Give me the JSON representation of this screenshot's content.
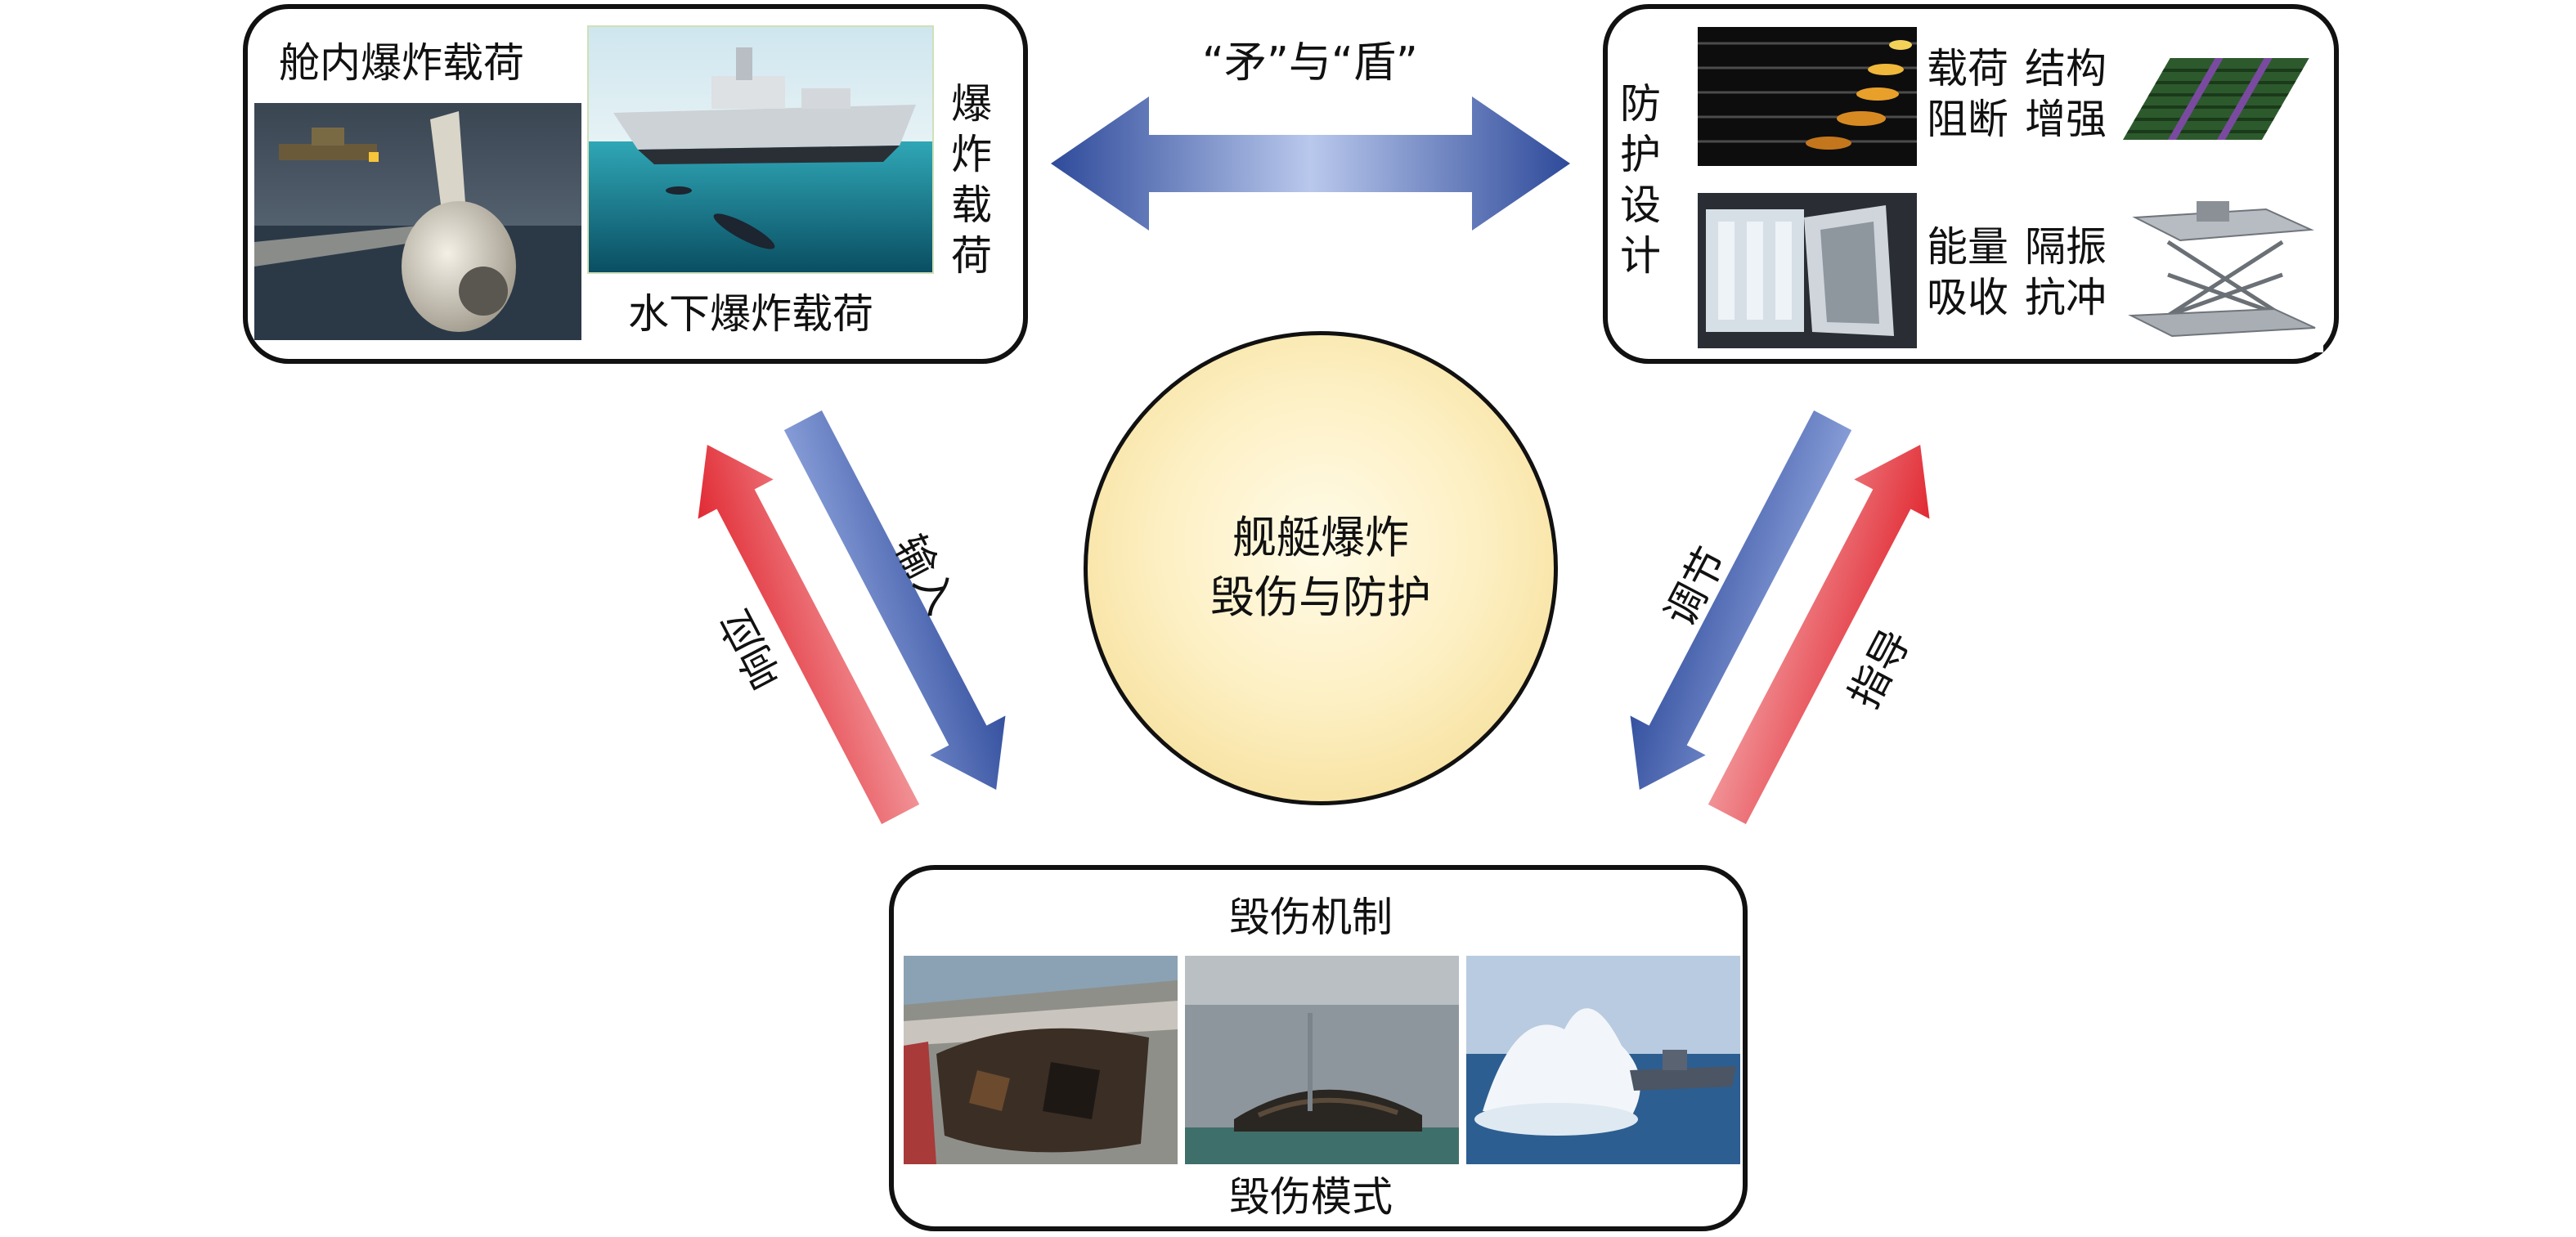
{
  "center": {
    "line1": "舰艇爆炸",
    "line2": "毁伤与防护"
  },
  "top_arrow_label": "“矛”与“盾”",
  "load_panel": {
    "internal_label": "舱内爆炸载荷",
    "underwater_label": "水下爆炸载荷",
    "side_label": "爆炸载荷"
  },
  "defense_panel": {
    "side_label": "防护设计",
    "load_block": "载荷阻断",
    "struct_enhance": "结构增强",
    "energy_absorb": "能量吸收",
    "isolation": "隔振抗冲"
  },
  "damage_panel": {
    "mechanism_label": "毁伤机制",
    "mode_label": "毁伤模式"
  },
  "left_arrows": {
    "input": "输入",
    "response": "响应"
  },
  "right_arrows": {
    "adjust": "调节",
    "guide": "指导"
  },
  "colors": {
    "blue_arrow": "#3b57a6",
    "red_arrow": "#e0202a",
    "circle_fill": "#fbe6a6"
  }
}
